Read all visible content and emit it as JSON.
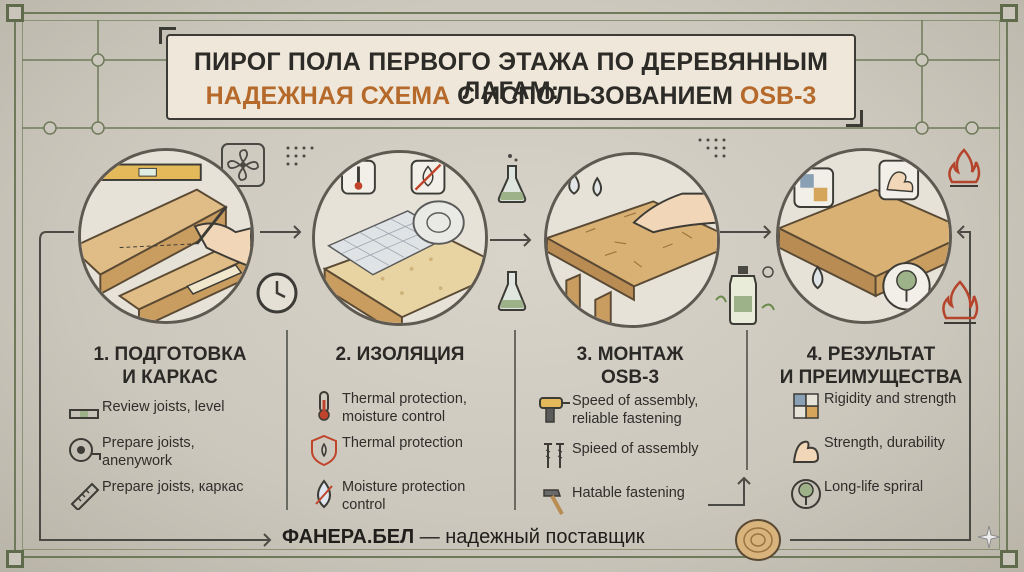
{
  "title": {
    "line1": "ПИРОГ ПОЛА ПЕРВОГО ЭТАЖА ПО ДЕРЕВЯННЫМ ЛАГАМ:",
    "line2_accent1": "НАДЕЖНАЯ СХЕМА",
    "line2_plain": " С ИСПОЛЬЗОВАНИЕМ ",
    "line2_accent2": "OSB-3"
  },
  "steps": [
    {
      "title_line1": "1. ПОДГОТОВКА",
      "title_line2": "И КАРКАС",
      "items": [
        {
          "icon": "level-icon",
          "text": "Review joists, level"
        },
        {
          "icon": "tape-measure-icon",
          "text": "Prepare joists, anenywork"
        },
        {
          "icon": "ruler-icon",
          "text": "Prepare joists, каркас"
        }
      ]
    },
    {
      "title_line1": "2. ИЗОЛЯЦИЯ",
      "title_line2": "",
      "items": [
        {
          "icon": "thermometer-icon",
          "text": "Thermal protection, moisture control"
        },
        {
          "icon": "shield-icon",
          "text": "Thermal protection"
        },
        {
          "icon": "droplet-no-icon",
          "text": "Moisture protection control"
        }
      ]
    },
    {
      "title_line1": "3. МОНТАЖ",
      "title_line2": "OSB-3",
      "items": [
        {
          "icon": "drill-icon",
          "text": "Speed of assembly, reliable fastening"
        },
        {
          "icon": "screws-icon",
          "text": "Spieed of assembly"
        },
        {
          "icon": "hammer-icon",
          "text": "Hatable fastening"
        }
      ]
    },
    {
      "title_line1": "4. РЕЗУЛЬТАТ",
      "title_line2": "И ПРЕИМУЩЕСТВА",
      "items": [
        {
          "icon": "puzzle-icon",
          "text": "Rigidity and strength"
        },
        {
          "icon": "bicep-icon",
          "text": "Strength, durability"
        },
        {
          "icon": "tree-icon",
          "text": "Long-life spriral"
        }
      ]
    }
  ],
  "footer": {
    "brand": "ФАНЕРА.БЕЛ",
    "tagline": " — надежный поставщик"
  },
  "colors": {
    "background": "#cbc7bc",
    "frame": "#6f7a5a",
    "accent": "#b56a2c",
    "wood": "#d9b37c",
    "text": "#2a2926"
  }
}
